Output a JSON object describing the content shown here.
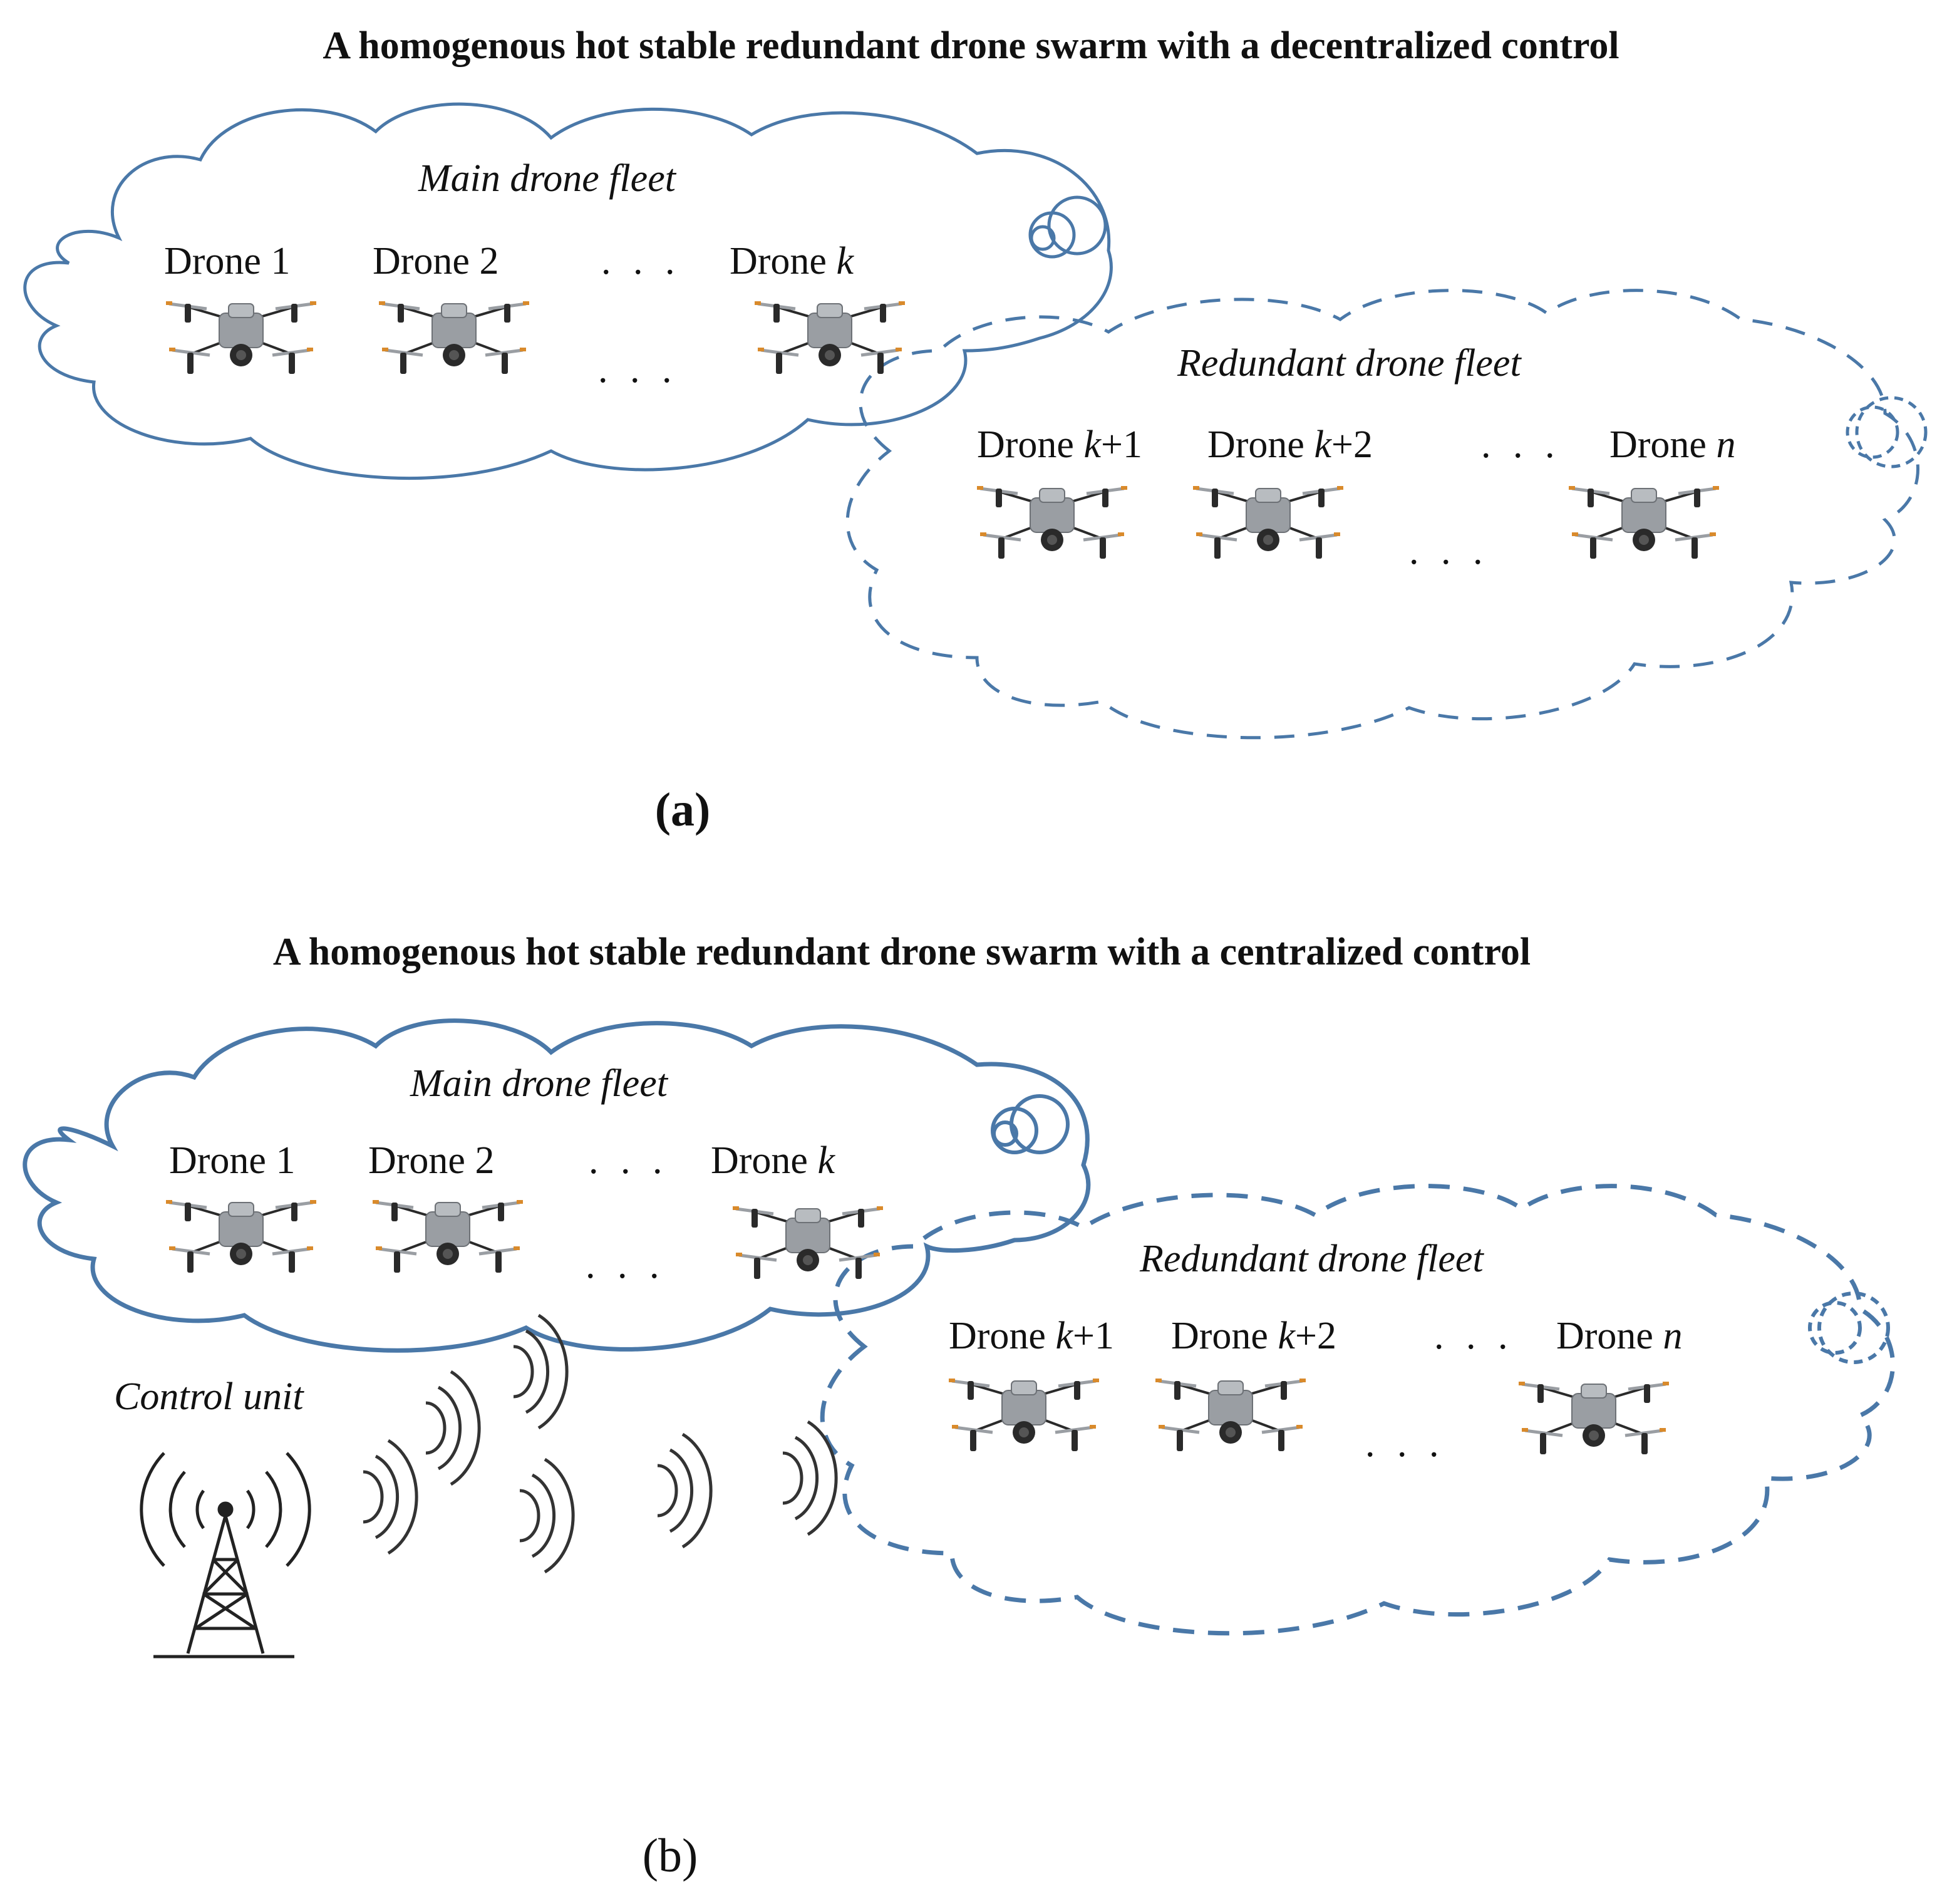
{
  "panel_a": {
    "title": "A homogenous hot stable redundant drone swarm with a decentralized control",
    "caption": "(a)",
    "main_fleet": {
      "title": "Main drone fleet",
      "drones": [
        {
          "prefix": "Drone ",
          "suffix": "1"
        },
        {
          "prefix": "Drone ",
          "suffix": "2"
        },
        {
          "prefix": "Drone ",
          "suffix": "k"
        }
      ]
    },
    "redundant_fleet": {
      "title": "Redundant drone fleet",
      "drones": [
        {
          "prefix": "Drone ",
          "var": "k",
          "suffix": "+1"
        },
        {
          "prefix": "Drone ",
          "var": "k",
          "suffix": "+2"
        },
        {
          "prefix": "Drone ",
          "var": "n",
          "suffix": ""
        }
      ]
    },
    "ellipsis": ". . ."
  },
  "panel_b": {
    "title": "A homogenous hot stable redundant drone swarm with a centralized control",
    "caption": "(b)",
    "control_unit": "Control unit",
    "main_fleet": {
      "title": "Main drone fleet",
      "drones": [
        {
          "prefix": "Drone ",
          "suffix": "1"
        },
        {
          "prefix": "Drone ",
          "suffix": "2"
        },
        {
          "prefix": "Drone ",
          "suffix": "k"
        }
      ]
    },
    "redundant_fleet": {
      "title": "Redundant drone fleet",
      "drones": [
        {
          "prefix": "Drone ",
          "var": "k",
          "suffix": "+1"
        },
        {
          "prefix": "Drone ",
          "var": "k",
          "suffix": "+2"
        },
        {
          "prefix": "Drone ",
          "var": "n",
          "suffix": ""
        }
      ]
    },
    "ellipsis": ". . ."
  },
  "colors": {
    "cloud_stroke": "#4a78a8",
    "drone_body": "#9a9ea3",
    "drone_dark": "#2a2a2a",
    "prop_tip": "#d98a2b",
    "tower": "#222222"
  }
}
